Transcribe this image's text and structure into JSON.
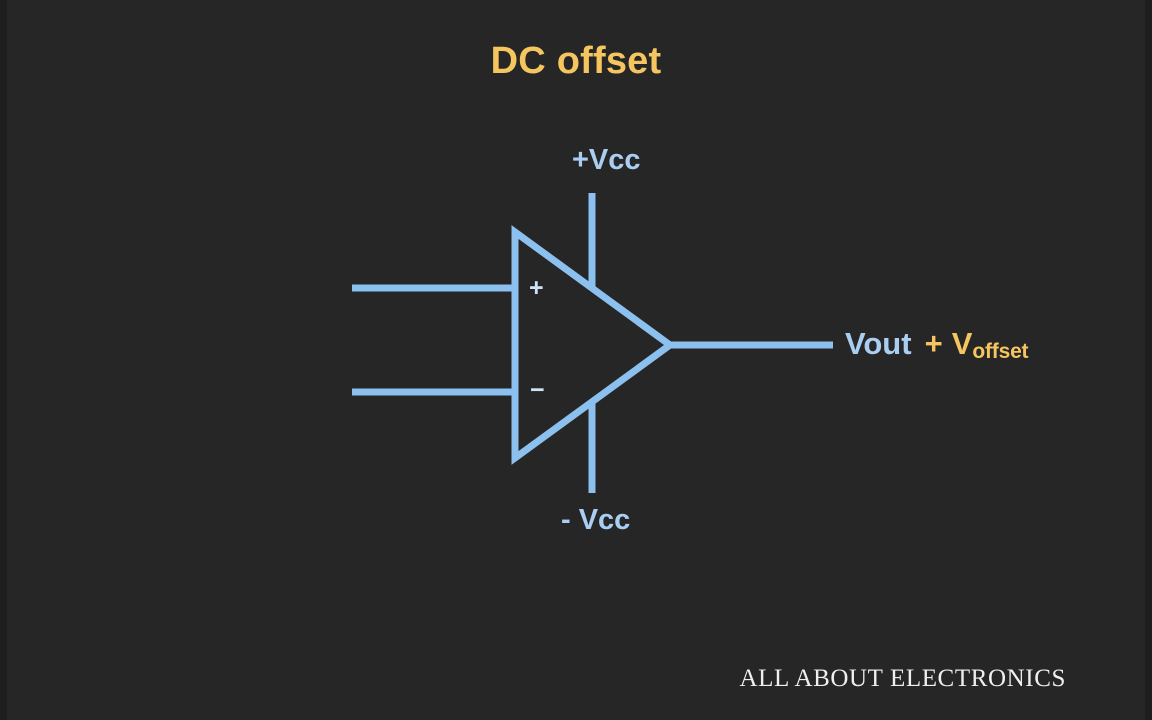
{
  "slide": {
    "title": "DC offset",
    "background_color": "#262626",
    "accent_color": "#f5c55f",
    "wire_color": "#8cc1ef",
    "label_color": "#a9cef2"
  },
  "circuit": {
    "type": "operational-amplifier",
    "labels": {
      "positive_supply": "+Vcc",
      "negative_supply": "- Vcc",
      "noninverting_input": "+",
      "inverting_input": "−"
    },
    "output": {
      "vout": "Vout",
      "operator": "+",
      "offset_symbol": "V",
      "offset_subscript": "offset"
    }
  },
  "watermark": {
    "text": "ALL ABOUT ELECTRONICS"
  }
}
